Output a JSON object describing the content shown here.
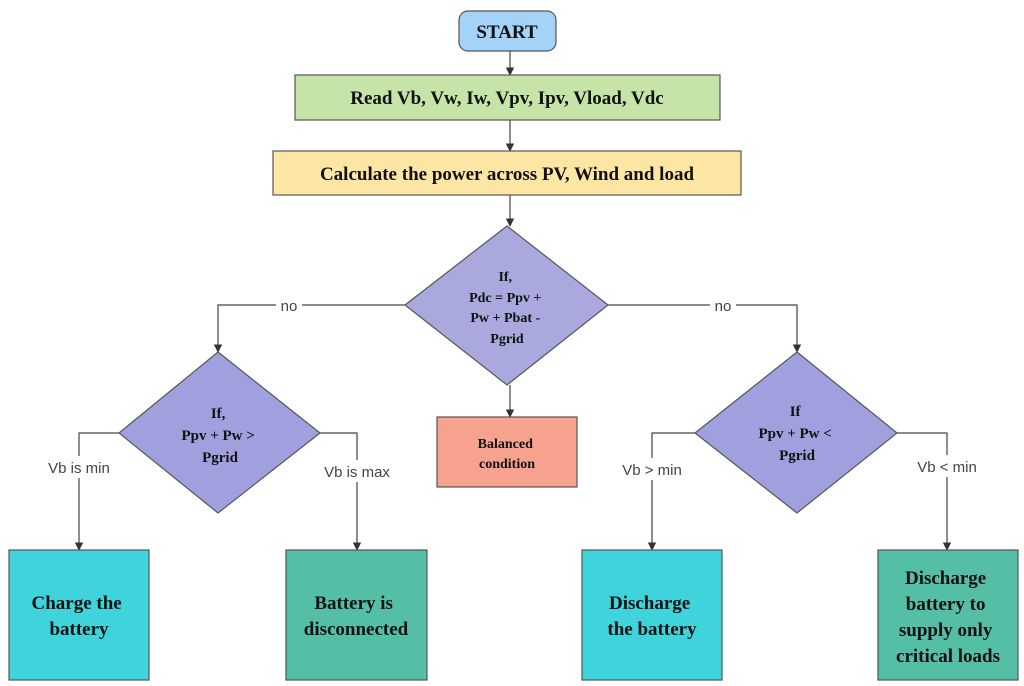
{
  "diagram": {
    "nodes": {
      "start": {
        "label": "START",
        "color": "#a4d3f7"
      },
      "read": {
        "label": "Read Vb, Vw, Iw, Vpv, Ipv, Vload, Vdc",
        "color": "#c6e3a8"
      },
      "calc": {
        "label": "Calculate the power across PV, Wind and load",
        "color": "#fde6a3"
      },
      "decision_main": {
        "lines": [
          "If,",
          "Pdc = Ppv +",
          "Pw + Pbat -",
          "Pgrid"
        ],
        "color": "#a9a9de"
      },
      "decision_left": {
        "lines": [
          "If,",
          "Ppv + Pw >",
          "Pgrid"
        ],
        "color": "#a0a0de"
      },
      "decision_right": {
        "lines": [
          "If",
          "Ppv + Pw <",
          "Pgrid"
        ],
        "color": "#a0a0de"
      },
      "balanced": {
        "lines": [
          "Balanced",
          "condition"
        ],
        "color": "#f7a28f"
      },
      "charge": {
        "lines": [
          "Charge the",
          "battery"
        ],
        "color": "#3fd3dc"
      },
      "disconnected": {
        "lines": [
          "Battery is",
          "disconnected"
        ],
        "color": "#54bfa6"
      },
      "discharge": {
        "lines": [
          "Discharge",
          "the battery"
        ],
        "color": "#3fd3dc"
      },
      "discharge_critical": {
        "lines": [
          "Discharge",
          "battery to",
          "supply only",
          "critical loads"
        ],
        "color": "#54bfa6"
      }
    },
    "edge_labels": {
      "main_no_left": "no",
      "main_no_right": "no",
      "left_min": "Vb is min",
      "left_max": "Vb is max",
      "right_gt": "Vb > min",
      "right_lt": "Vb < min"
    }
  }
}
